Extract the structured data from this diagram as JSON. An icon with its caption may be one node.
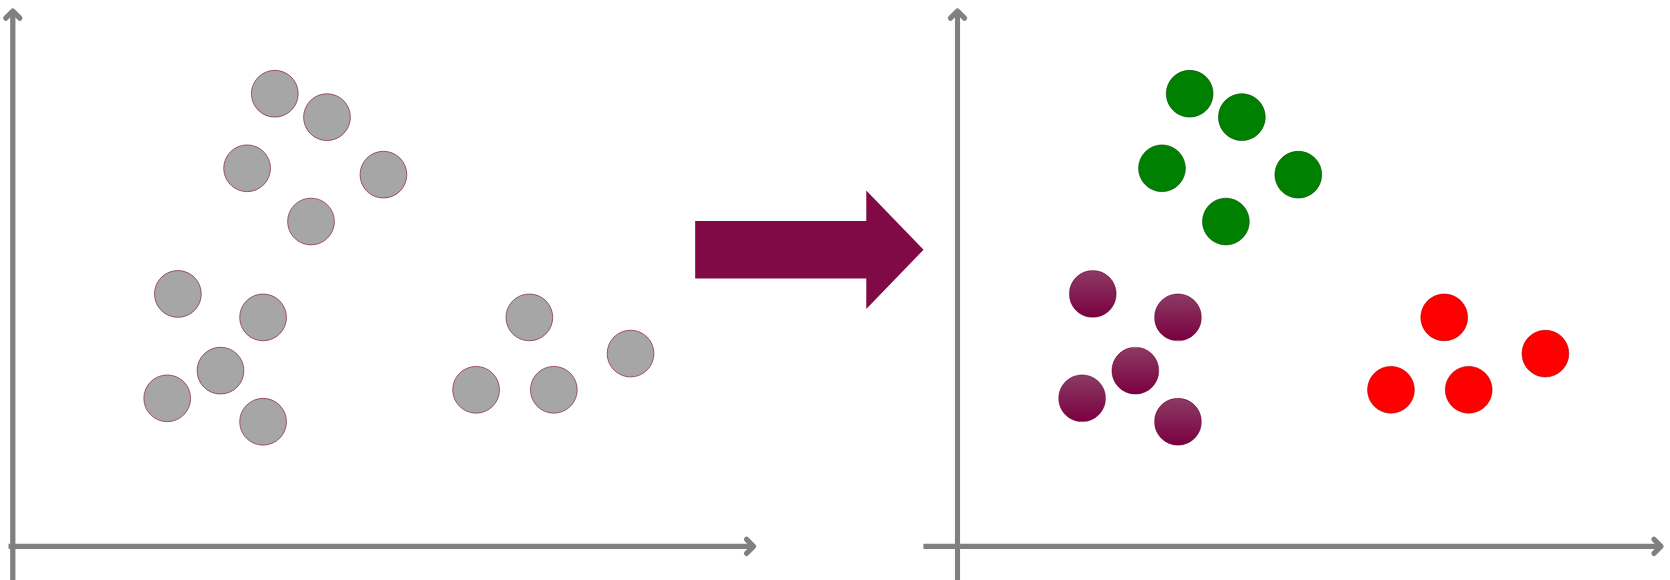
{
  "diagram": {
    "nodes": [
      {
        "text": [],
        "shape": "picture"
      },
      {
        "text": [],
        "shape": "picture"
      }
    ],
    "edges": [
      {
        "from": 0,
        "to": 1,
        "arrow": "to"
      }
    ]
  }
}
